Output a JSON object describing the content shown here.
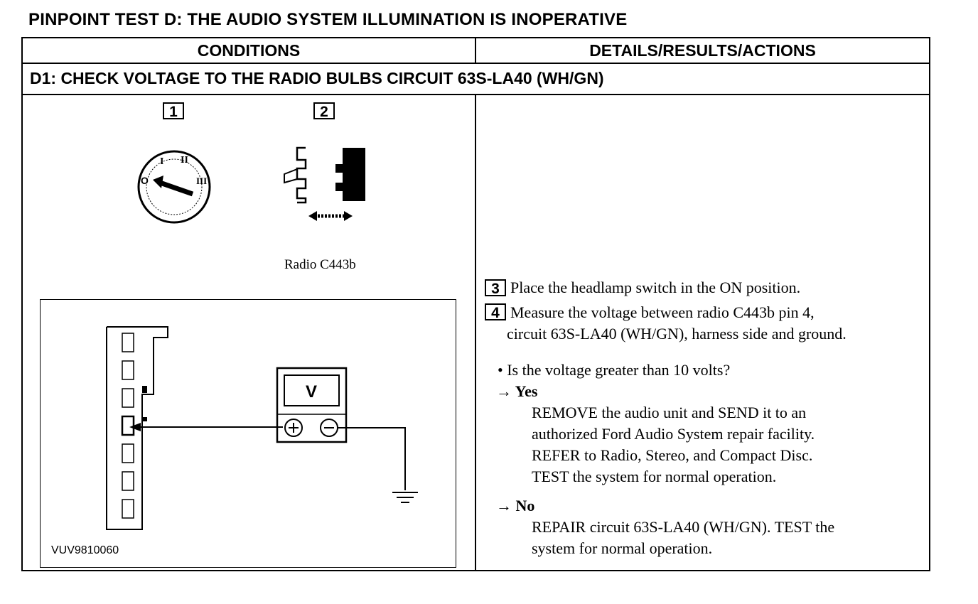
{
  "title": "PINPOINT TEST D: THE AUDIO SYSTEM ILLUMINATION IS INOPERATIVE",
  "table": {
    "col_conditions": "CONDITIONS",
    "col_details": "DETAILS/RESULTS/ACTIONS"
  },
  "step": {
    "heading": "D1: CHECK VOLTAGE TO THE RADIO BULBS CIRCUIT 63S-LA40 (WH/GN)"
  },
  "illustration": {
    "callout_1": "1",
    "callout_2": "2",
    "radio_connector_label": "Radio C443b",
    "switch_positions": [
      "O",
      "I",
      "II",
      "III"
    ],
    "meter_label": "V",
    "figure_code": "VUV9810060"
  },
  "instructions": {
    "step3_num": "3",
    "step3_text": "Place the headlamp switch in the ON position.",
    "step4_num": "4",
    "step4_line1": "Measure the voltage between radio C443b pin 4,",
    "step4_line2": "circuit 63S-LA40 (WH/GN), harness side and ground.",
    "question": "• Is the voltage greater than 10 volts?",
    "yes_label": "→ Yes",
    "yes_lines": [
      "REMOVE the audio unit and SEND it to an",
      "authorized Ford Audio System repair facility.",
      "REFER to Radio, Stereo, and Compact Disc.",
      "TEST the system for normal operation."
    ],
    "no_label": "→ No",
    "no_lines": [
      "REPAIR circuit 63S-LA40 (WH/GN). TEST the",
      "system for normal operation."
    ]
  }
}
